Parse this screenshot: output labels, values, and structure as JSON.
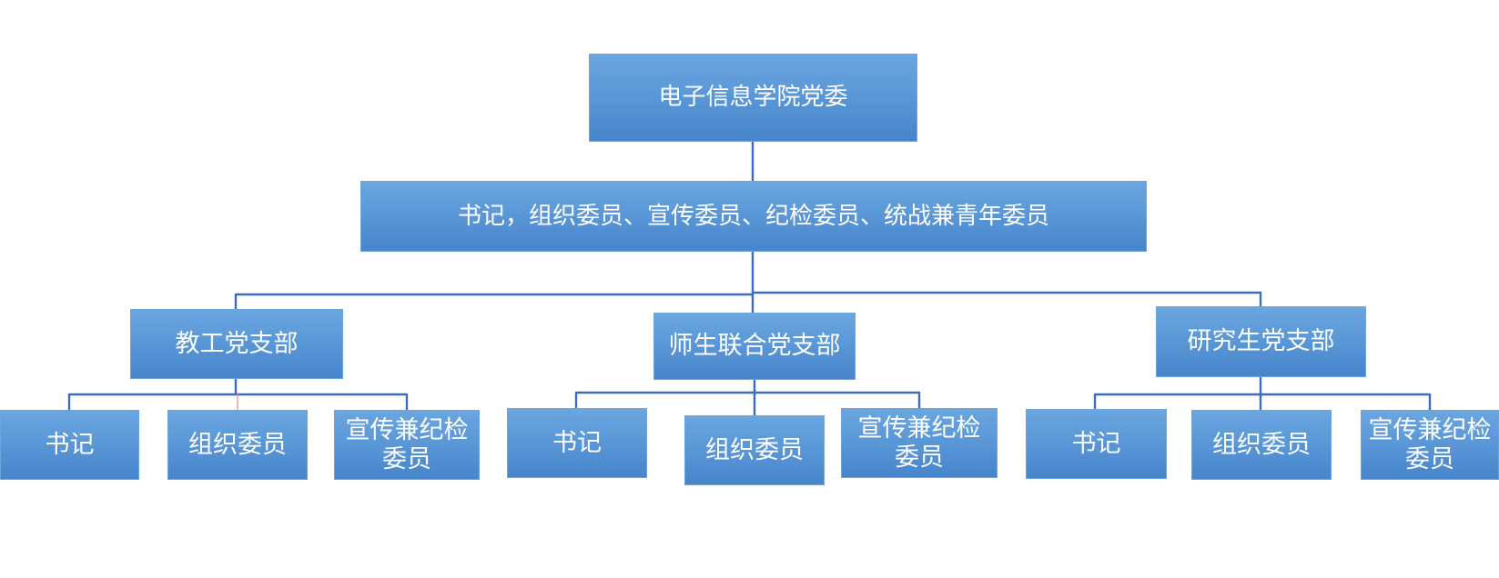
{
  "org_chart": {
    "root": {
      "label": "电子信息学院党委"
    },
    "committee": {
      "label": "书记，组织委员、宣传委员、纪检委员、统战兼青年委员"
    },
    "branches": [
      {
        "label": "教工党支部",
        "members": [
          "书记",
          "组织委员",
          "宣传兼纪检\n委员"
        ]
      },
      {
        "label": "师生联合党支部",
        "members": [
          "书记",
          "组织委员",
          "宣传兼纪检\n委员"
        ]
      },
      {
        "label": "研究生党支部",
        "members": [
          "书记",
          "组织委员",
          "宣传兼纪检\n委员"
        ]
      }
    ]
  },
  "colors": {
    "box_fill_top": "#6aa6df",
    "box_fill_bottom": "#4785cc",
    "box_border": "#6ea5dc",
    "connector": "#3a6dbf",
    "text": "#ffffff"
  }
}
